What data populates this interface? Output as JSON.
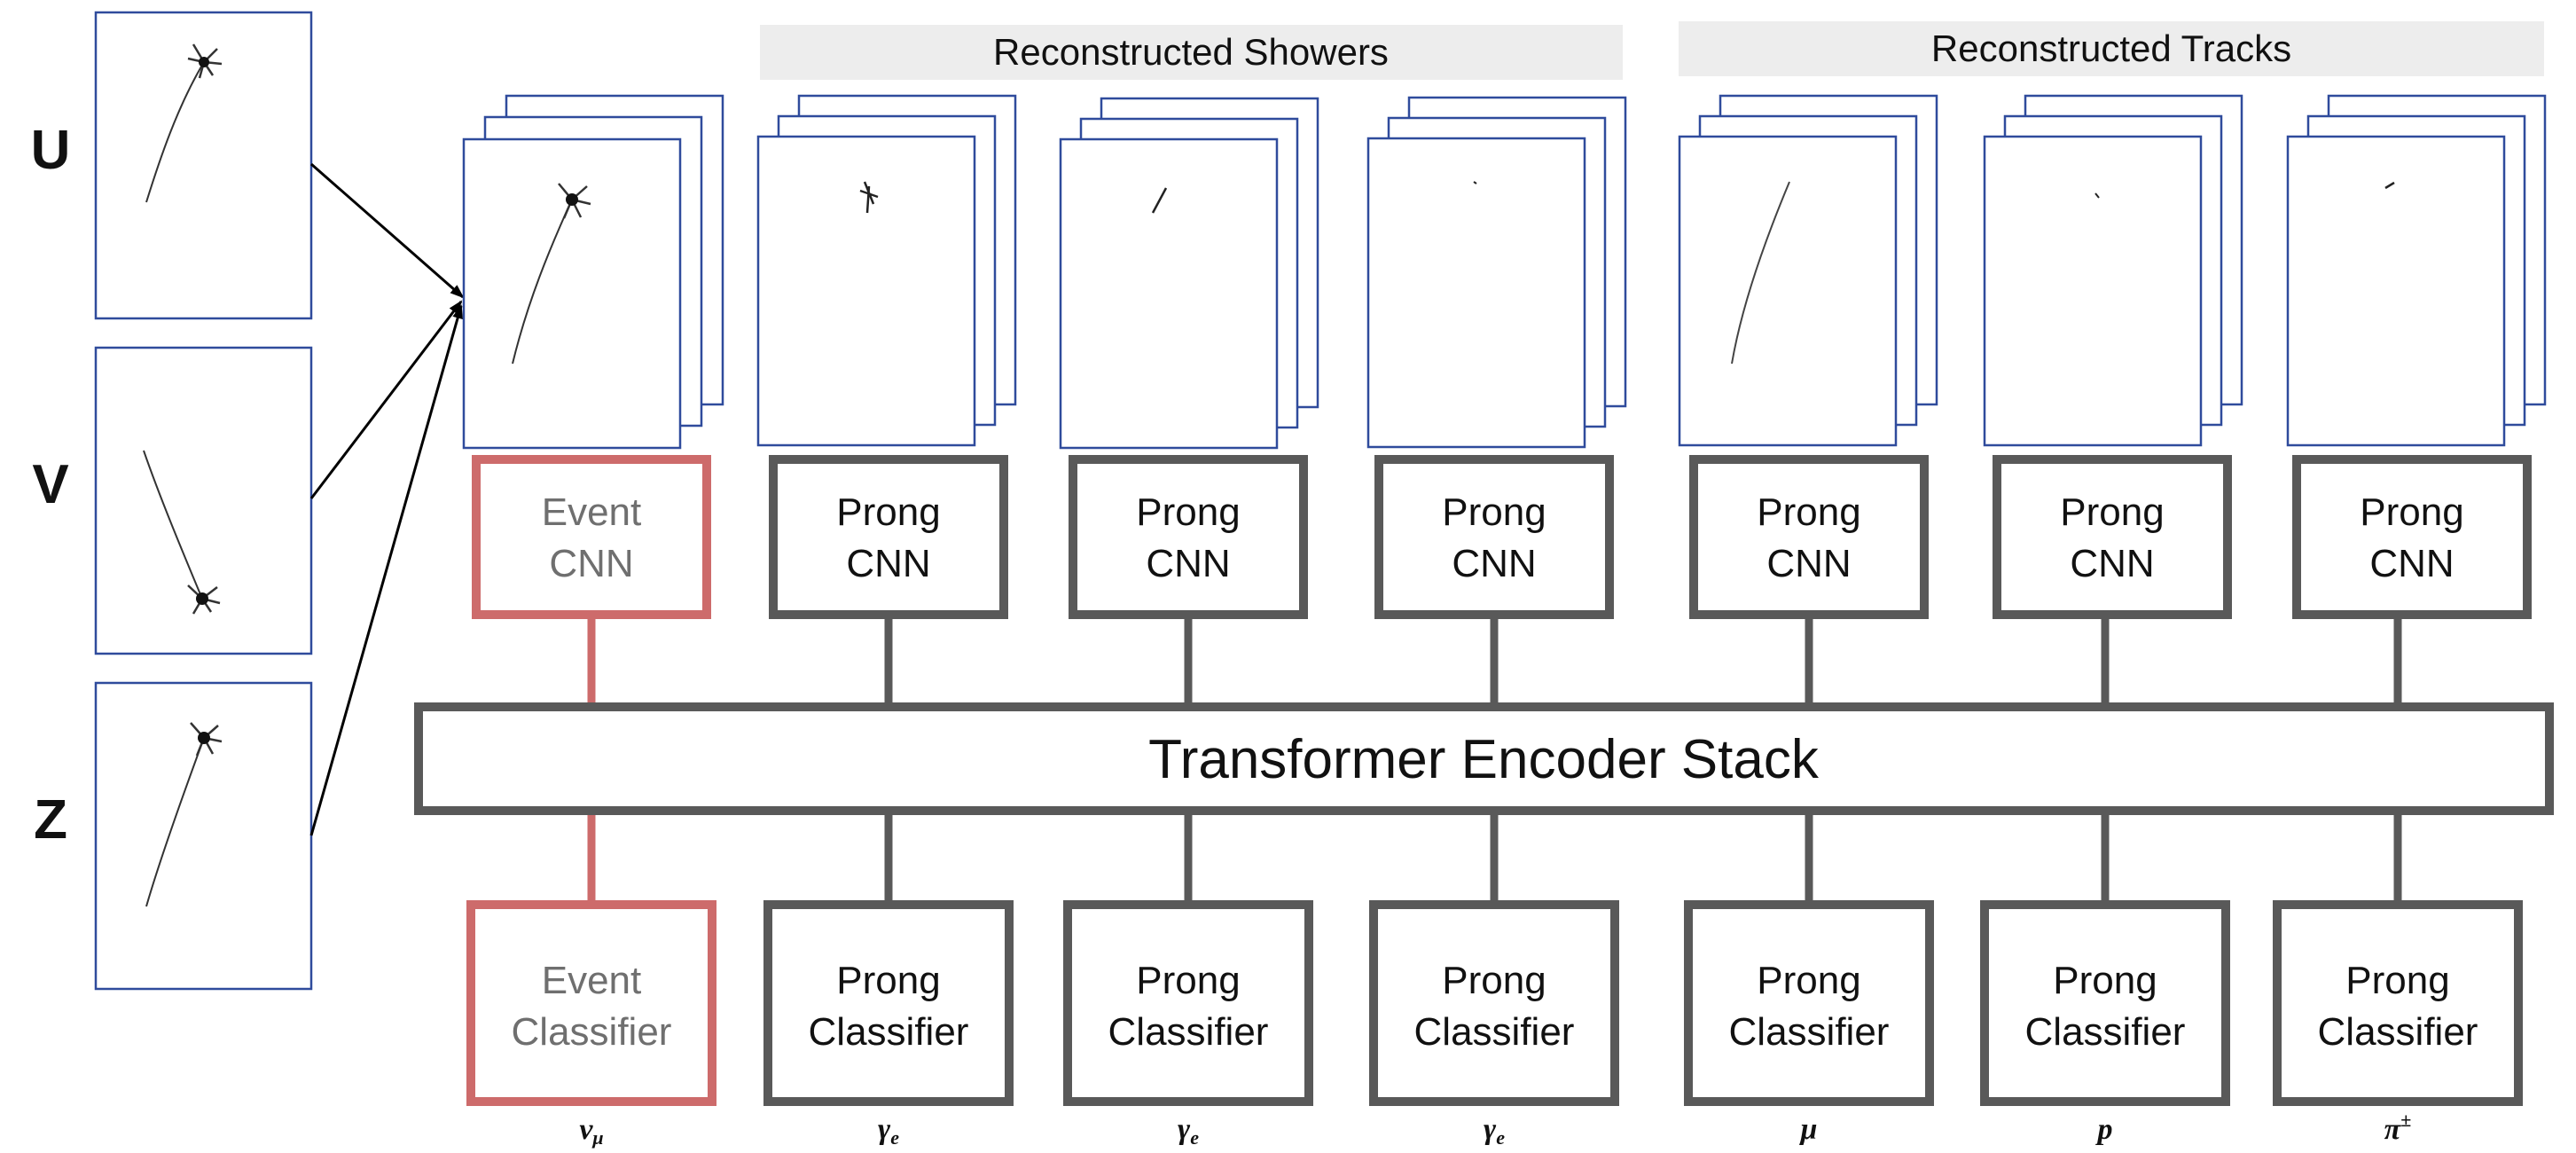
{
  "view_labels": [
    "U",
    "V",
    "Z"
  ],
  "headers": {
    "showers": "Reconstructed Showers",
    "tracks": "Reconstructed Tracks"
  },
  "event_cnn": {
    "line1": "Event",
    "line2": "CNN"
  },
  "event_classifier": {
    "line1": "Event",
    "line2": "Classifier"
  },
  "prong_cnn": {
    "line1": "Prong",
    "line2": "CNN"
  },
  "prong_classifier": {
    "line1": "Prong",
    "line2": "Classifier"
  },
  "transformer": "Transformer Encoder Stack",
  "output_labels": [
    "ν",
    "γ",
    "γ",
    "γ",
    "μ",
    "p",
    "π"
  ],
  "output_subscripts": [
    "μ",
    "e",
    "e",
    "e",
    "",
    "",
    ""
  ],
  "output_superscripts": [
    "",
    "",
    "",
    "",
    "",
    "",
    "±"
  ],
  "colors": {
    "box_stroke": "#595959",
    "event_stroke": "#cd6b6b",
    "image_border": "#2f4b9c",
    "header_bg": "#ededed",
    "event_text": "#6f6f6f"
  }
}
